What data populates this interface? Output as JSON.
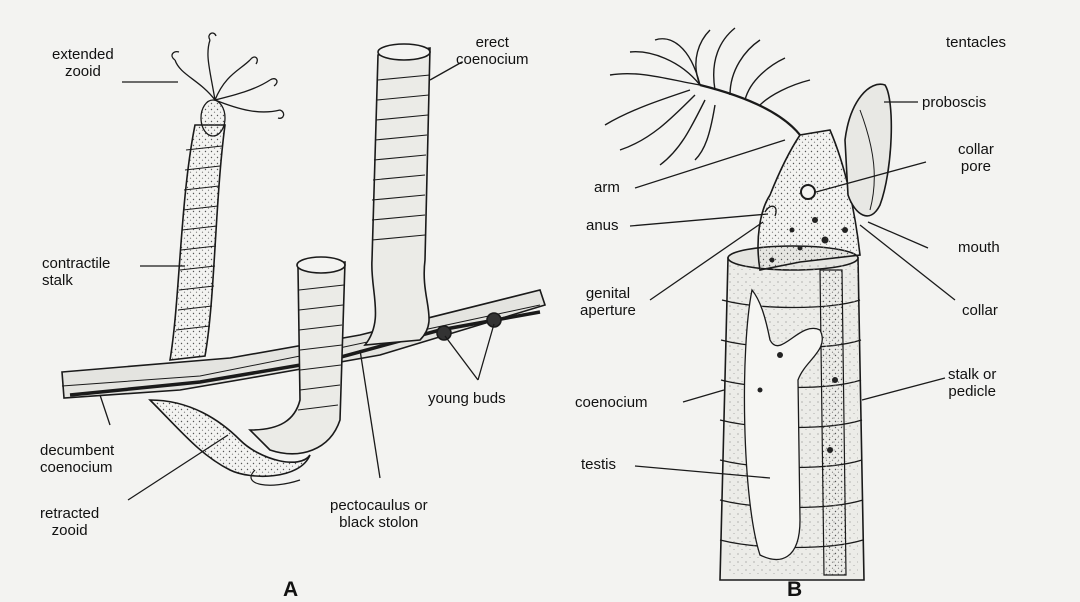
{
  "panels": {
    "A": {
      "letter": "A",
      "labels": {
        "extended_zooid": "extended\nzooid",
        "erect_coenocium": "erect\ncoenocium",
        "contractile_stalk": "contractile\nstalk",
        "young_buds": "young buds",
        "decumbent_coenocium": "decumbent\ncoenocium",
        "retracted_zooid": "retracted\nzooid",
        "pectocaulus": "pectocaulus or\nblack stolon"
      }
    },
    "B": {
      "letter": "B",
      "labels": {
        "tentacles": "tentacles",
        "proboscis": "proboscis",
        "collar_pore": "collar\npore",
        "arm": "arm",
        "anus": "anus",
        "mouth": "mouth",
        "genital_aperture": "genital\naperture",
        "collar": "collar",
        "coenocium": "coenocium",
        "stalk_or_pedicle": "stalk or\npedicle",
        "testis": "testis"
      }
    }
  },
  "colors": {
    "ink": "#1a1a1a",
    "paper": "#f3f3f1",
    "stipple": "#6b6b6b"
  }
}
